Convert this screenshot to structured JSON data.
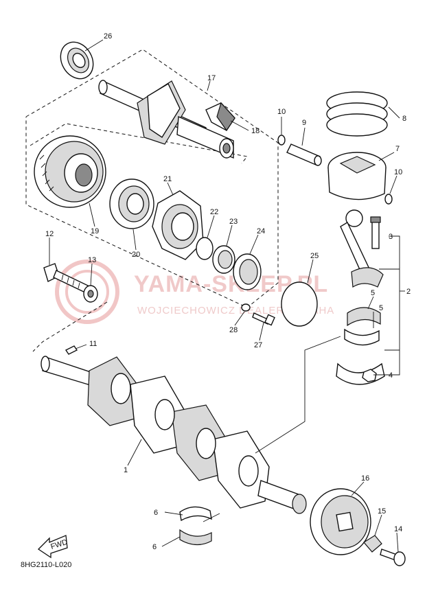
{
  "diagram": {
    "drawing_code": "8HG2110-L020",
    "fwd_label": "FWD",
    "watermark": {
      "brand": "YAMA-SKLEP.PL",
      "subtitle": "WOJCIECHOWICZ DEALER YAMAHA"
    },
    "callouts": {
      "c1": "1",
      "c2": "2",
      "c3": "3",
      "c4": "4",
      "c5a": "5",
      "c5b": "5",
      "c6a": "6",
      "c6b": "6",
      "c7": "7",
      "c8": "8",
      "c9": "9",
      "c10a": "10",
      "c10b": "10",
      "c11": "11",
      "c12": "12",
      "c13": "13",
      "c14": "14",
      "c15": "15",
      "c16": "16",
      "c17": "17",
      "c18": "18",
      "c19": "19",
      "c20": "20",
      "c21": "21",
      "c22": "22",
      "c23": "23",
      "c24": "24",
      "c25": "25",
      "c26": "26",
      "c27": "27",
      "c28": "28"
    }
  }
}
